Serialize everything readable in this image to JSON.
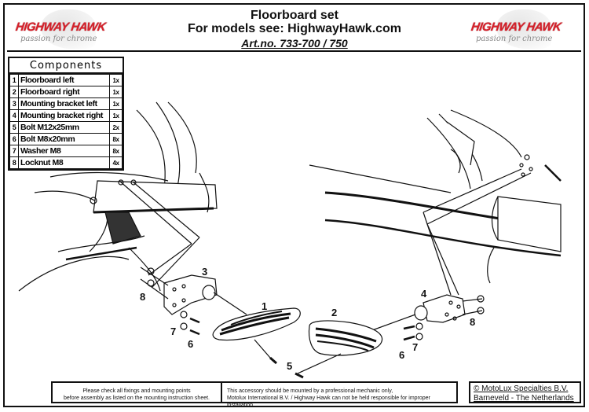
{
  "header": {
    "title": "Floorboard set",
    "subtitle": "For models see: HighwayHawk.com",
    "article": "Art.no. 733-700 / 750"
  },
  "logo_left": {
    "brand": "HIGHWAY HAWK",
    "tagline": "passion for chrome",
    "color": "#d6202a"
  },
  "logo_right": {
    "brand": "HIGHWAY HAWK",
    "tagline": "passion for chrome",
    "color": "#d6202a"
  },
  "components": {
    "title": "Components",
    "items": [
      {
        "num": "1",
        "desc": "Floorboard left",
        "qty": "1x"
      },
      {
        "num": "2",
        "desc": "Floorboard right",
        "qty": "1x"
      },
      {
        "num": "3",
        "desc": "Mounting bracket left",
        "qty": "1x"
      },
      {
        "num": "4",
        "desc": "Mounting bracket right",
        "qty": "1x"
      },
      {
        "num": "5",
        "desc": "Bolt M12x25mm",
        "qty": "2x"
      },
      {
        "num": "6",
        "desc": "Bolt M8x20mm",
        "qty": "8x"
      },
      {
        "num": "7",
        "desc": "Washer M8",
        "qty": "8x"
      },
      {
        "num": "8",
        "desc": "Locknut M8",
        "qty": "4x"
      }
    ]
  },
  "callouts": {
    "left_bracket": "3",
    "left_floorboard": "1",
    "left_locknut": "8",
    "left_washer": "7",
    "left_bolt_m8": "6",
    "left_bolt_m12": "5",
    "right_floorboard": "2",
    "right_bracket": "4",
    "right_locknut": "8",
    "right_washer": "7",
    "right_bolt_m8": "6",
    "right_bolt_m12": "5"
  },
  "footer": {
    "check_line1": "Please check all fixings and mounting points",
    "check_line2": "before assembly as listed on the mounting instruction sheet.",
    "disclaimer_line1": "This accessory should be mounted by a professional mechanic only,",
    "disclaimer_line2": "Motolux International B.V. / Highway Hawk can not be held responsible for improper installation",
    "copyright_line1": "© MotoLux Specialties B.V.",
    "copyright_line2": "Barneveld - The Netherlands"
  }
}
